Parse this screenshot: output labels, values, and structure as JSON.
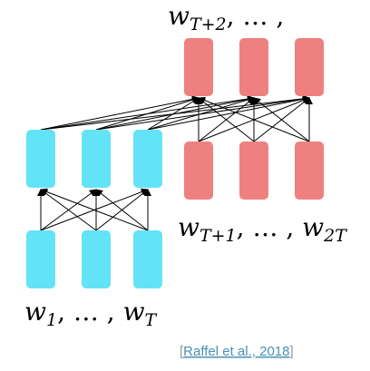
{
  "colors": {
    "encoder_block": "#63e3f7",
    "decoder_block": "#ee8080",
    "arrow": "#000000",
    "citation_link": "#4a8fb8",
    "citation_bracket": "#999999"
  },
  "labels": {
    "decoder_output": {
      "w": "w",
      "sub": "T+2",
      "tail": ", … ,"
    },
    "decoder_input": {
      "w1": "w",
      "sub1": "T+1",
      "mid": ", … , ",
      "w2": "w",
      "sub2": "2T"
    },
    "encoder_input": {
      "w1": "w",
      "sub1": "1",
      "mid": ", … , ",
      "w2": "w",
      "sub2": "T"
    }
  },
  "citation": {
    "open": "[",
    "text": "Raffel et al., 2018",
    "close": "]"
  }
}
